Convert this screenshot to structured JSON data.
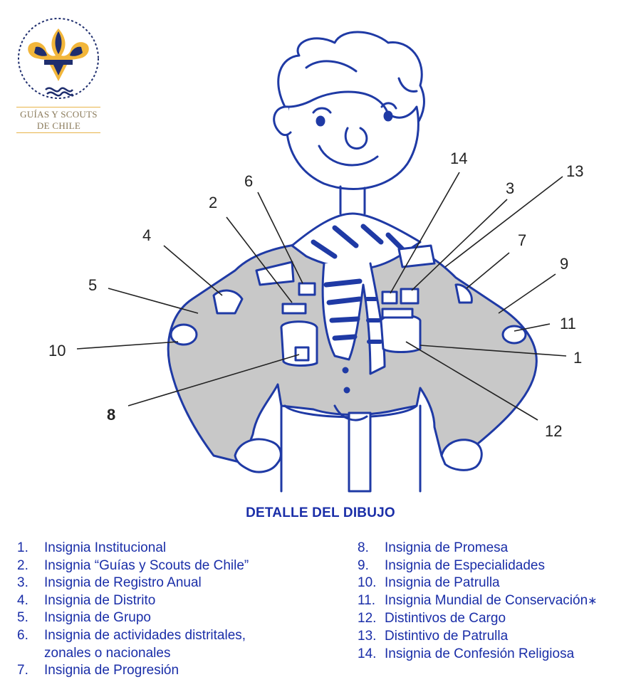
{
  "logo": {
    "line1": "GUÍAS Y SCOUTS",
    "line2": "DE CHILE",
    "colors": {
      "navy": "#1f2e6e",
      "gold": "#f2b63a"
    }
  },
  "callouts": [
    "1",
    "2",
    "3",
    "4",
    "5",
    "6",
    "7",
    "8",
    "9",
    "10",
    "11",
    "12",
    "13",
    "14"
  ],
  "caption": {
    "title": "DETALLE DEL DIBUJO"
  },
  "legend": {
    "left": [
      {
        "num": "1.",
        "text": "Insignia Institucional"
      },
      {
        "num": "2.",
        "text": "Insignia “Guías y Scouts de Chile”"
      },
      {
        "num": "3.",
        "text": "Insignia de Registro Anual"
      },
      {
        "num": "4.",
        "text": "Insignia de Distrito"
      },
      {
        "num": "5.",
        "text": "Insignia de Grupo"
      },
      {
        "num": "6.",
        "text": "Insignia de actividades distritales,"
      },
      {
        "num": "",
        "text": "zonales o nacionales"
      },
      {
        "num": "7.",
        "text": "Insignia de Progresión"
      }
    ],
    "right": [
      {
        "num": "8.",
        "text": "Insignia de Promesa"
      },
      {
        "num": "9.",
        "text": "Insignia de Especialidades"
      },
      {
        "num": "10.",
        "text": "Insignia de Patrulla"
      },
      {
        "num": "11.",
        "text": "Insignia Mundial de Conservación",
        "mark": "∗"
      },
      {
        "num": "12.",
        "text": "Distintivos de Cargo"
      },
      {
        "num": "13.",
        "text": "Distintivo de Patrulla"
      },
      {
        "num": "14.",
        "text": "Insignia de Confesión Religiosa"
      }
    ]
  },
  "colors": {
    "text": "#1a2ea8",
    "outline": "#1f3aa5",
    "shirt": "#c8c8c8"
  }
}
